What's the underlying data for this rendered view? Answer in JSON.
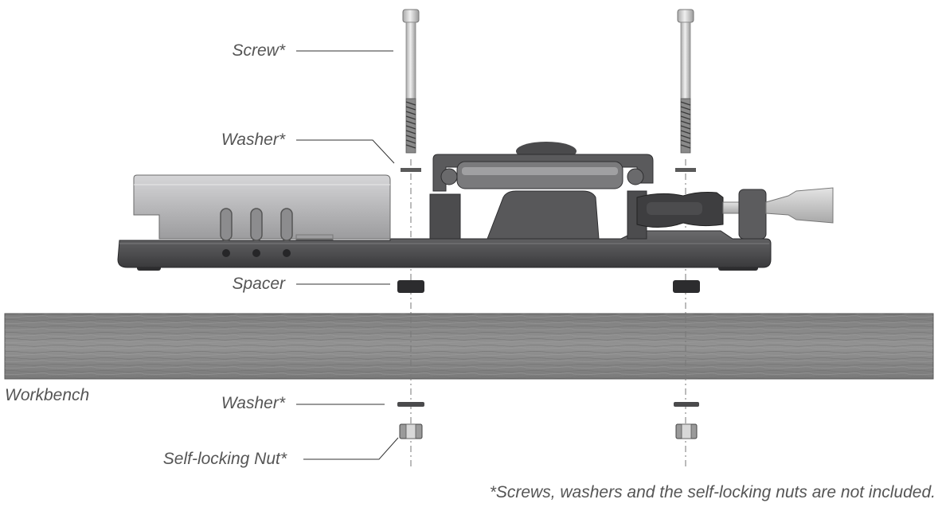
{
  "labels": {
    "screw": "Screw*",
    "washer_top": "Washer*",
    "spacer": "Spacer",
    "workbench": "Workbench",
    "washer_bottom": "Washer*",
    "nut": "Self-locking Nut*"
  },
  "footnote": "*Screws, washers and the self-locking nuts are not included.",
  "colors": {
    "base": "#58585a",
    "base_dark": "#3c3c3e",
    "housing": "#b9b9bb",
    "wood": "#8a8a8a",
    "screw": "#cfcfcf",
    "label": "#555555",
    "line": "#333333"
  }
}
